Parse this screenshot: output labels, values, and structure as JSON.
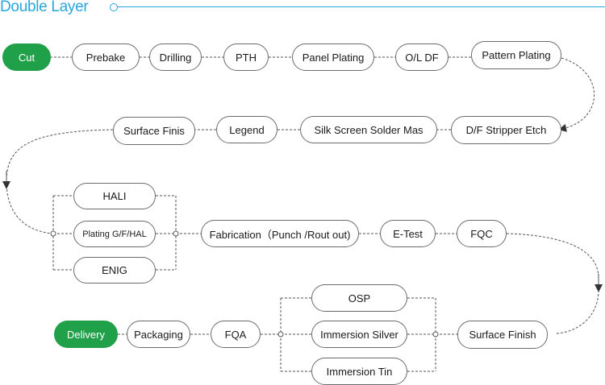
{
  "header": {
    "title": "Double Layer"
  },
  "colors": {
    "accent": "#2aa6dc",
    "start_end": "#21a04a",
    "border": "#6b6b6b"
  },
  "steps": {
    "cut": "Cut",
    "prebake": "Prebake",
    "drilling": "Drilling",
    "pth": "PTH",
    "panel_plating": "Panel  Plating",
    "ol_df": "O/L DF",
    "pattern_plating": "Pattern Plating",
    "df_stripper_etch": "D/F Stripper Etch",
    "silk_screen_solder_mask": "Silk Screen Solder Mas",
    "legend": "Legend",
    "surface_finish_1": "Surface Finis",
    "hali": "HALI",
    "plating_gf_hal": "Plating G/F/HAL",
    "enig": "ENIG",
    "fabrication": "Fabrication（Punch /Rout out)",
    "e_test": "E-Test",
    "fqc": "FQC",
    "surface_finish_2": "Surface  Finish",
    "osp": "OSP",
    "immersion_silver": "Immersion Silver",
    "immersion_tin": "Immersion Tin",
    "fqa": "FQA",
    "packaging": "Packaging",
    "delivery": "Delivery"
  }
}
